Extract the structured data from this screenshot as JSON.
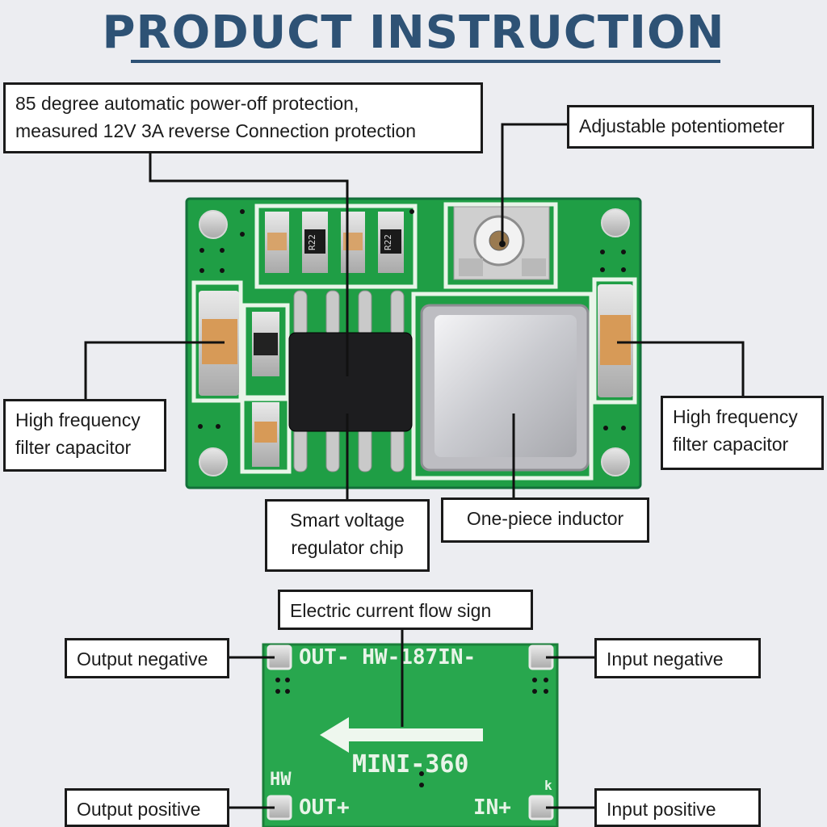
{
  "title": "PRODUCT INSTRUCTION",
  "top_board": {
    "callouts": {
      "protection": {
        "line1": "85 degree automatic power-off protection,",
        "line2": "measured 12V 3A reverse Connection protection"
      },
      "potentiometer": "Adjustable potentiometer",
      "capacitor_left": {
        "line1": "High frequency",
        "line2": "filter capacitor"
      },
      "capacitor_right": {
        "line1": "High frequency",
        "line2": "filter capacitor"
      },
      "chip": {
        "line1": "Smart voltage",
        "line2": "regulator chip"
      },
      "inductor": "One-piece inductor"
    },
    "resistor_marks": [
      "R22",
      "R22"
    ]
  },
  "bottom_board": {
    "callouts": {
      "flow": "Electric current flow sign",
      "output_negative": "Output negative",
      "input_negative": "Input negative",
      "output_positive": "Output positive",
      "input_positive": "Input positive"
    },
    "silkscreen": {
      "top": "OUT- HW-187IN-",
      "model": "MINI-360",
      "hw": "HW",
      "out_plus": "OUT+",
      "in_plus": "IN+",
      "k": "k"
    }
  },
  "colors": {
    "title": "#2e5275",
    "pcb_green": "#1f9e45",
    "background": "#ecedf1"
  }
}
